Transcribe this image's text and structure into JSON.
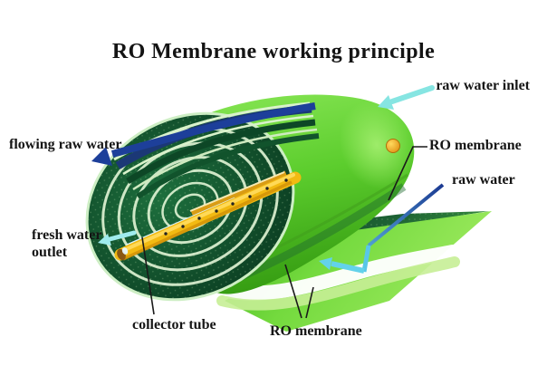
{
  "title": "RO Membrane working principle",
  "labels": {
    "raw_water_inlet": "raw water inlet",
    "flowing_raw_water": "flowing raw water",
    "ro_membrane_right": "RO membrane",
    "raw_water": "raw water",
    "fresh_water_line1": "fresh water",
    "fresh_water_line2": "outlet",
    "collector_tube": "collector tube",
    "ro_membrane_bottom": "RO membrane"
  },
  "diagram": {
    "subject": "spiral-wound RO membrane module cutaway",
    "arrows": [
      {
        "name": "raw-water-inlet-arrow",
        "color": "#86e5e2",
        "direction": "down-left"
      },
      {
        "name": "flowing-raw-water-arrow",
        "color": "#1d3f9a",
        "direction": "left"
      },
      {
        "name": "fresh-water-outlet-arrow",
        "color": "#9febed",
        "direction": "left"
      },
      {
        "name": "raw-water-flow-arrow",
        "color": "#63d2ea",
        "direction": "down-left"
      }
    ],
    "colors": {
      "background": "#ffffff",
      "text": "#151515",
      "membrane_green": "#5ecd2f",
      "membrane_green_dark": "#379e13",
      "spiral_face_dark_green": "#0c4326",
      "spiral_ring_pale": "#e2f5d6",
      "collector_tube_yellow": "#f2ba12",
      "collector_tube_shadow": "#cf9007",
      "raw_water_navy": "#1d3f9a",
      "raw_water_inlet_cyan": "#86e5e2",
      "fresh_water_cyan": "#9febed",
      "sheet_band_white": "#ffffff",
      "sheet_pale_green": "#c7ee96",
      "pointer_line_black": "#1a1a1a"
    }
  }
}
